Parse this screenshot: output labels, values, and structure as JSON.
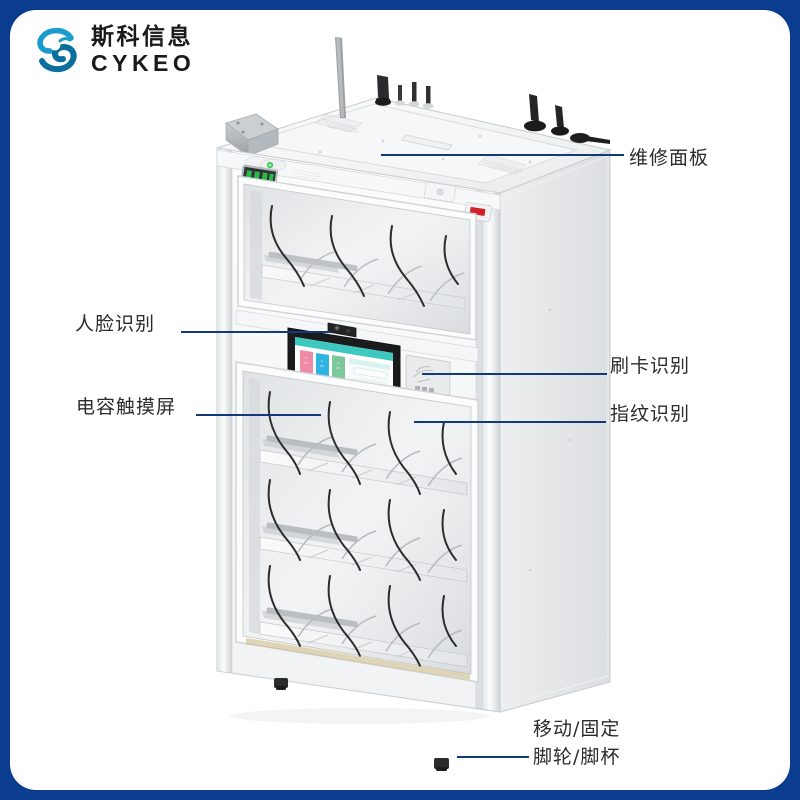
{
  "brand": {
    "name_cn": "斯科信息",
    "name_en": "CYKEO",
    "logo_icon": "cykeo-swirl-logo",
    "logo_color": "#0f86b8",
    "logo_color_dark": "#0b6f9e"
  },
  "theme": {
    "border_color": "#0a3d8f",
    "leader_line_color": "#123a7a",
    "label_color": "#2b2b2b",
    "cabinet_body": "#f4f5f6",
    "cabinet_side": "#e7e9ea",
    "screen_header": "#3ec8c0",
    "tile_pink": "#f08aa6",
    "tile_blue": "#2fb3e0",
    "tile_green": "#7cc89a",
    "led_green": "#2fc04a",
    "emergency_red": "#d0202a"
  },
  "product": {
    "name": "intelligent-charging-cabinet",
    "view": "three-quarter-perspective"
  },
  "callouts": [
    {
      "id": "service-panel",
      "label": "维修面板",
      "side": "right",
      "icon": "maintenance-panel-icon"
    },
    {
      "id": "face-recognition",
      "label": "人脸识别",
      "side": "left",
      "icon": "face-recognition-camera-icon"
    },
    {
      "id": "card-reader",
      "label": "刷卡识别",
      "side": "right",
      "icon": "rfid-card-reader-icon"
    },
    {
      "id": "touchscreen",
      "label": "电容触摸屏",
      "side": "left",
      "icon": "capacitive-touchscreen-icon"
    },
    {
      "id": "fingerprint",
      "label": "指纹识别",
      "side": "right",
      "icon": "fingerprint-reader-icon"
    },
    {
      "id": "casters",
      "label_line1": "移动/固定",
      "label_line2": "脚轮/脚杯",
      "side": "right-bottom",
      "icon": "caster-foot-icon"
    }
  ],
  "screen_ui": {
    "header_bar": "",
    "tiles": [
      "",
      "",
      ""
    ],
    "form_fields": [
      "",
      ""
    ],
    "buttons": [
      "",
      ""
    ]
  },
  "cabinet_parts": {
    "antenna": "antenna-icon",
    "connectors": [
      "power-plug",
      "power-plug",
      "data-plug"
    ],
    "vents": [
      "vent-grille",
      "vent-grille",
      "vent-grille"
    ],
    "led_display": "led-status-display",
    "emergency_button": "emergency-stop-button",
    "power_indicator": "power-indicator-light",
    "shelf_count": 4,
    "caster_count": 2
  }
}
